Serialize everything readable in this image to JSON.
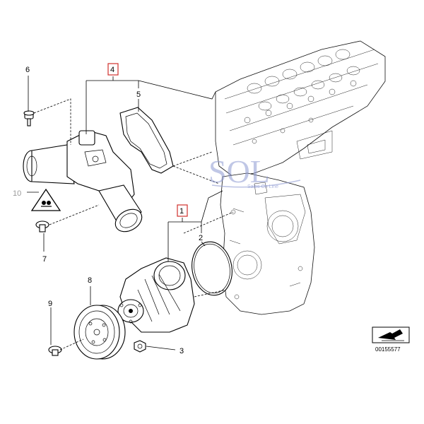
{
  "callouts": {
    "c1": "1",
    "c2": "2",
    "c3": "3",
    "c4": "4",
    "c5": "5",
    "c6": "6",
    "c7": "7",
    "c8": "8",
    "c9": "9",
    "c10": "10"
  },
  "watermark": {
    "text": "SOL",
    "subtitle": "Sales On Line"
  },
  "reference_number": "00155577",
  "colors": {
    "highlight_box": "#d0312d",
    "watermark": "#8e9ad2",
    "line": "#000000"
  }
}
